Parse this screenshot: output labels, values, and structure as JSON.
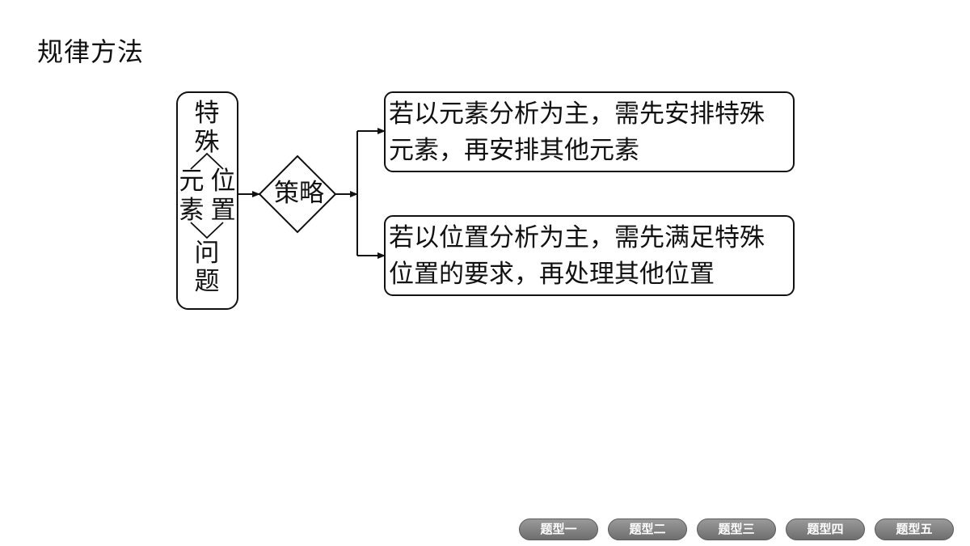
{
  "page": {
    "title": "规律方法"
  },
  "diagram": {
    "left_box": {
      "top_chars": [
        "特",
        "殊"
      ],
      "left_branch": [
        "元",
        "素"
      ],
      "right_branch": [
        "位",
        "置"
      ],
      "bottom_chars": [
        "问",
        "题"
      ]
    },
    "decision": "策略",
    "outcomes": [
      {
        "lines": [
          "若以元素分析为主，需先安排特殊",
          "元素，再安排其他元素"
        ]
      },
      {
        "lines": [
          "若以位置分析为主，需先满足特殊",
          "位置的要求，再处理其他位置"
        ]
      }
    ]
  },
  "nav": {
    "buttons": [
      "题型一",
      "题型二",
      "题型三",
      "题型四",
      "题型五"
    ]
  }
}
